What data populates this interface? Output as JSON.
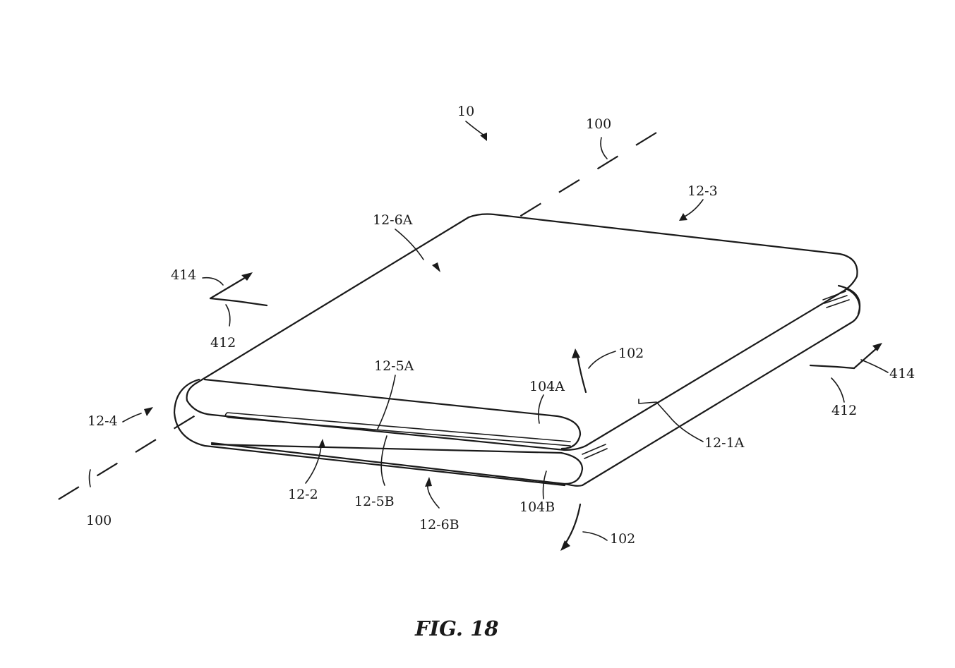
{
  "figure": {
    "caption": "FIG. 18",
    "labels": {
      "device": "10",
      "axis_top": "100",
      "axis_bottom": "100",
      "edge_12_3": "12-3",
      "surface_12_6a": "12-6A",
      "left_414": "414",
      "left_412": "412",
      "edge_12_4": "12-4",
      "fold_12_5a": "12-5A",
      "fold_12_5b": "12-5B",
      "edge_12_2": "12-2",
      "surface_12_6b": "12-6B",
      "housing_104a": "104A",
      "housing_104b": "104B",
      "rotation_top": "102",
      "rotation_bottom": "102",
      "right_414": "414",
      "right_412": "412",
      "edge_12_1a": "12-1A"
    }
  }
}
